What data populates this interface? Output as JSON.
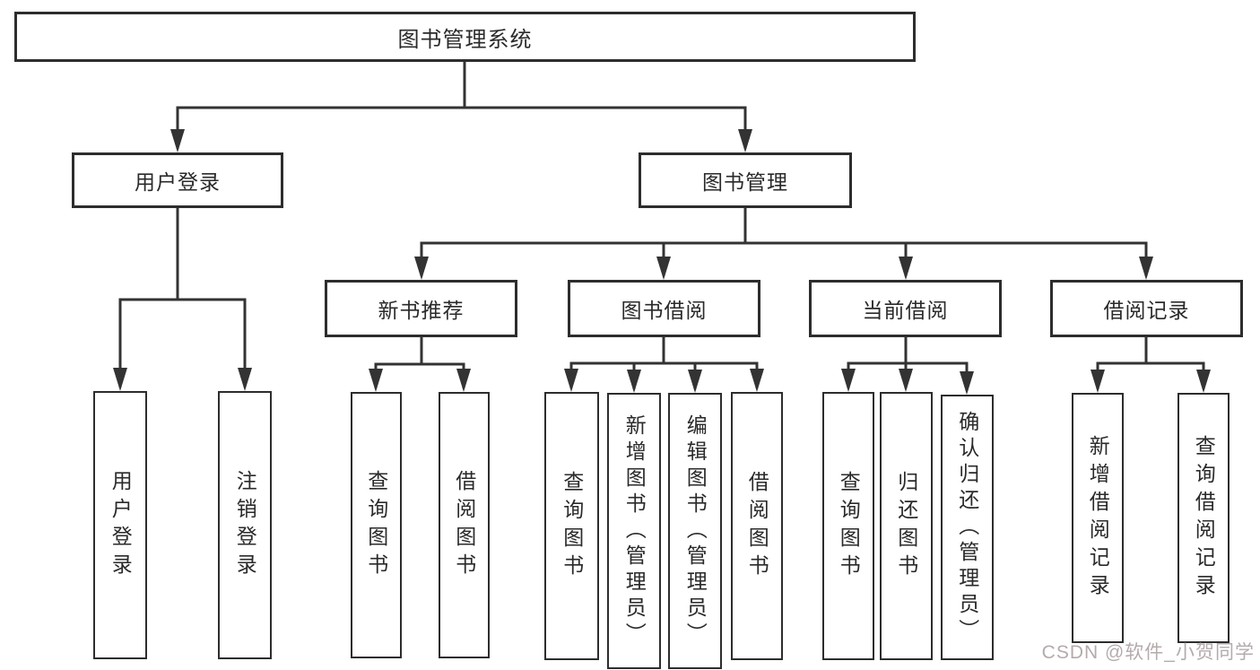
{
  "diagram": {
    "root": {
      "label": "图书管理系统"
    },
    "branches": [
      {
        "label": "用户登录",
        "children": [
          {
            "label": "用户登录"
          },
          {
            "label": "注销登录"
          }
        ]
      },
      {
        "label": "图书管理",
        "children": [
          {
            "label": "新书推荐",
            "children": [
              {
                "label": "查询图书"
              },
              {
                "label": "借阅图书"
              }
            ]
          },
          {
            "label": "图书借阅",
            "children": [
              {
                "label": "查询图书"
              },
              {
                "label": "新增图书（管理员）"
              },
              {
                "label": "编辑图书（管理员）"
              },
              {
                "label": "借阅图书"
              }
            ]
          },
          {
            "label": "当前借阅",
            "children": [
              {
                "label": "查询图书"
              },
              {
                "label": "归还图书"
              },
              {
                "label": "确认归还（管理员）"
              }
            ]
          },
          {
            "label": "借阅记录",
            "children": [
              {
                "label": "新增借阅记录"
              },
              {
                "label": "查询借阅记录"
              }
            ]
          }
        ]
      }
    ]
  },
  "watermark": {
    "text": "CSDN @软件_小贺同学"
  },
  "colors": {
    "line": "#333333",
    "box_border": "#2d2d2d",
    "text": "#2a2a2a",
    "background": "#ffffff",
    "watermark": "#9b8f8f"
  }
}
